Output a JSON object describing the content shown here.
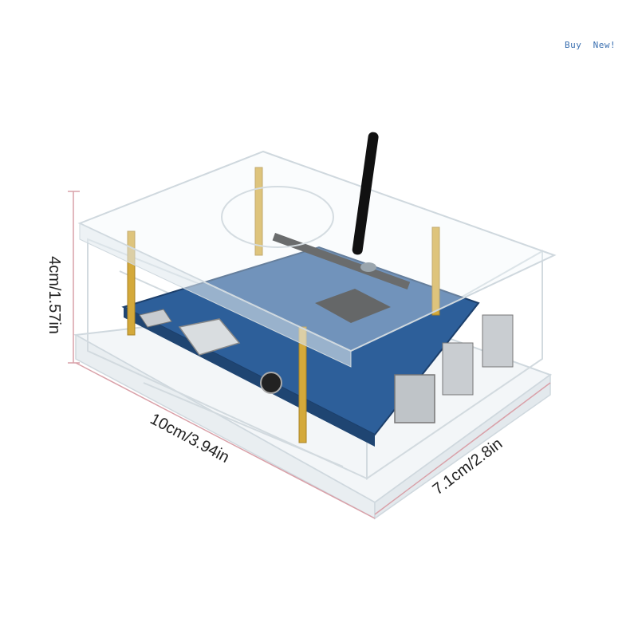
{
  "badge": {
    "text": "Buy  New!"
  },
  "dimensions": {
    "height": "4cm/1.57in",
    "length": "10cm/3.94in",
    "width": "7.1cm/2.8in"
  },
  "colors": {
    "dimension_line": "#d9a0a8",
    "acrylic_edge": "#cfd8de",
    "pcb": "#2d5f9a",
    "standoff": "#d4a93a",
    "antenna": "#111111"
  }
}
